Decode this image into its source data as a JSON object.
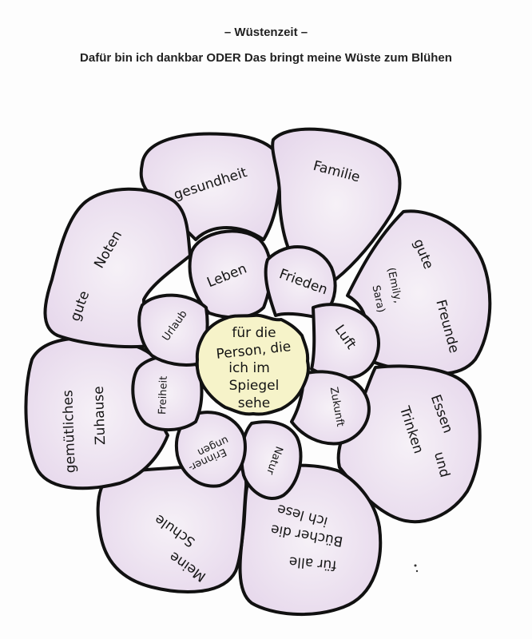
{
  "header": {
    "title": "– Wüstenzeit –",
    "subtitle": "Dafür bin ich dankbar ODER Das bringt meine Wüste zum Blühen"
  },
  "flower": {
    "center": [
      "für die",
      "Person, die",
      "ich im",
      "Spiegel",
      "sehe"
    ],
    "outer_petals": {
      "gesundheit": "gesundheit",
      "familie": "Familie",
      "gute_freunde_1": "gute",
      "gute_freunde_2": "Freunde",
      "friends_names_1": "(Emily,",
      "friends_names_2": "Sara)",
      "essen_1": "Essen",
      "essen_2": "und",
      "essen_3": "Trinken",
      "buecher_1": "für alle",
      "buecher_2": "Bücher die",
      "buecher_3": "ich lese",
      "schule_1": "Meine",
      "schule_2": "Schule",
      "zuhause_1": "gemütliches",
      "zuhause_2": "Zuhause",
      "noten_1": "gute",
      "noten_2": "Noten"
    },
    "inner_petals": {
      "leben": "Leben",
      "frieden": "Frieden",
      "luft": "Luft",
      "zukunft": "Zukunft",
      "natur": "Natur",
      "erinnerungen_1": "Erinner-",
      "erinnerungen_2": "ungen",
      "freiheit": "Freiheit",
      "urlaub": "Urlaub"
    }
  },
  "colors": {
    "petal_fill": "#ece2ef",
    "petal_fill_alt": "#e7d9ec",
    "center_fill": "#f6f3c9",
    "outline": "#111111"
  }
}
